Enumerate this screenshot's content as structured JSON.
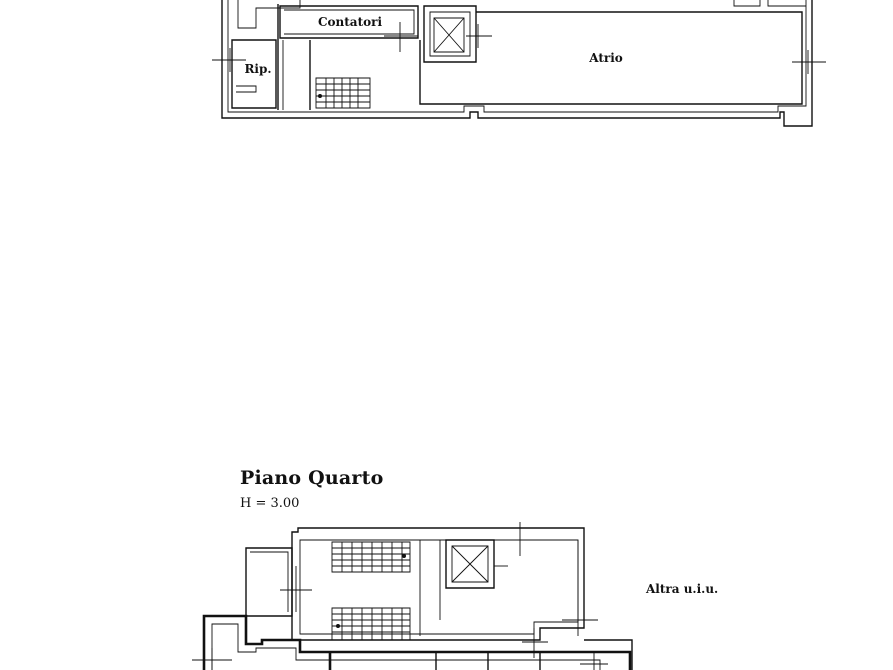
{
  "ground_floor": {
    "rooms": {
      "contatori": "Contatori",
      "atrio": "Atrio",
      "rip": "Rip."
    }
  },
  "fourth_floor": {
    "title": "Piano Quarto",
    "height_label": "H = 3.00",
    "neighbor_label": "Altra u.i.u."
  }
}
